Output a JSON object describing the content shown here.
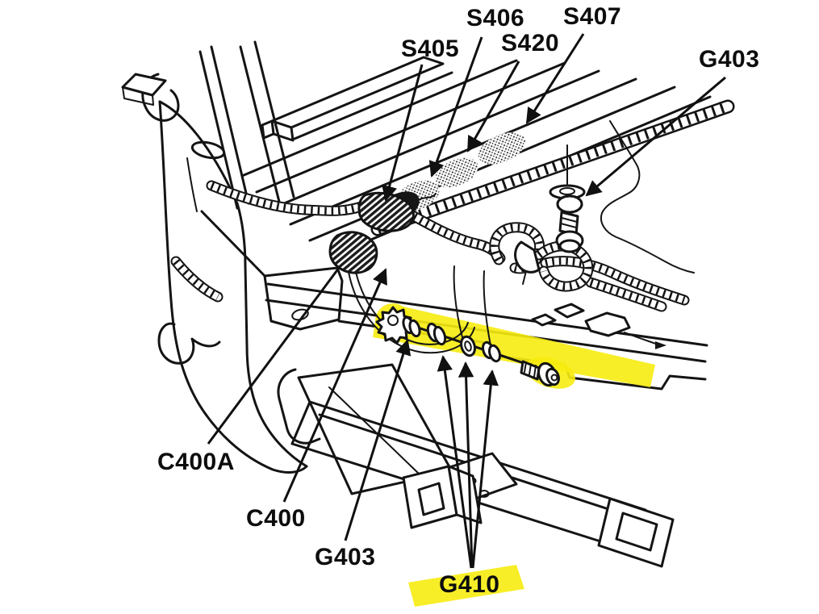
{
  "diagram": {
    "labels": {
      "s405": "S405",
      "s406": "S406",
      "s420": "S420",
      "s407": "S407",
      "g403_top": "G403",
      "c400a": "C400A",
      "c400": "C400",
      "g403_bottom": "G403",
      "g410": "G410"
    },
    "highlighted": [
      "G410"
    ],
    "colors": {
      "line": "#141414",
      "background": "#ffffff",
      "highlight": "#f6ec11"
    }
  }
}
